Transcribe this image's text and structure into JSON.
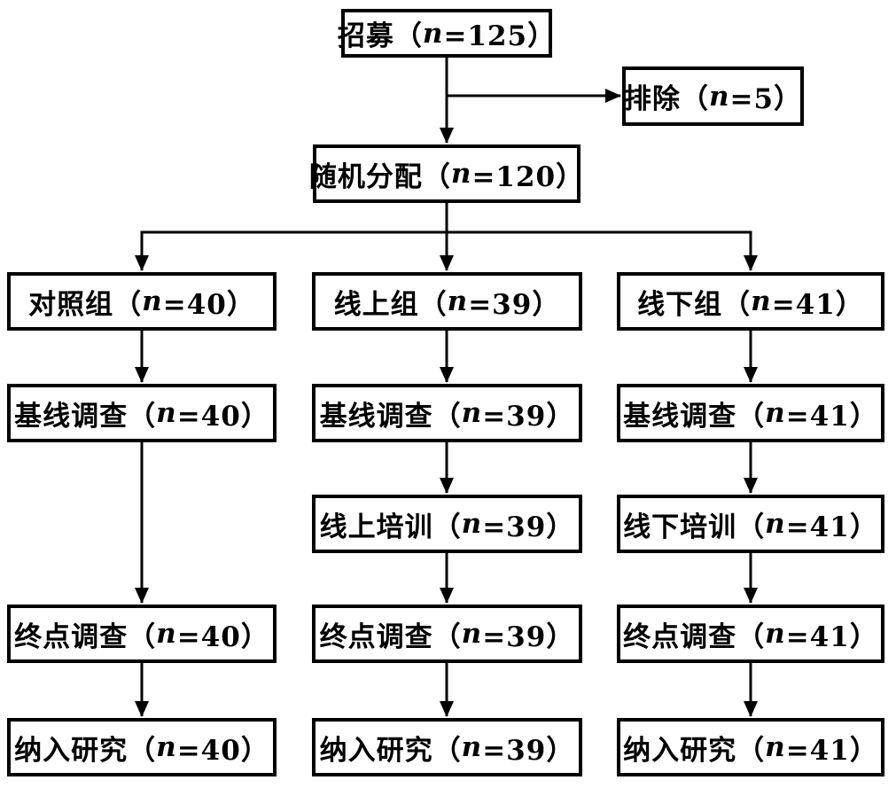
{
  "diagram": {
    "type": "study-flowchart",
    "colors": {
      "background": "#ffffff",
      "box_border": "#000000",
      "box_fill": "#ffffff",
      "line": "#000000",
      "text": "#000000"
    },
    "nodes": {
      "recruit": {
        "prefix": "招募（",
        "n": "n",
        "suffix": "=125）"
      },
      "exclude": {
        "prefix": "排除（",
        "n": "n",
        "suffix": "=5）"
      },
      "randomize": {
        "prefix": "随机分配（",
        "n": "n",
        "suffix": "=120）"
      },
      "control_group": {
        "prefix": "对照组（",
        "n": "n",
        "suffix": "=40）"
      },
      "online_group": {
        "prefix": "线上组（",
        "n": "n",
        "suffix": "=39）"
      },
      "offline_group": {
        "prefix": "线下组（",
        "n": "n",
        "suffix": "=41）"
      },
      "control_baseline": {
        "prefix": "基线调查（",
        "n": "n",
        "suffix": "=40）"
      },
      "online_baseline": {
        "prefix": "基线调查（",
        "n": "n",
        "suffix": "=39）"
      },
      "offline_baseline": {
        "prefix": "基线调查（",
        "n": "n",
        "suffix": "=41）"
      },
      "online_training": {
        "prefix": "线上培训（",
        "n": "n",
        "suffix": "=39）"
      },
      "offline_training": {
        "prefix": "线下培训（",
        "n": "n",
        "suffix": "=41）"
      },
      "control_endpoint": {
        "prefix": "终点调查（",
        "n": "n",
        "suffix": "=40）"
      },
      "online_endpoint": {
        "prefix": "终点调查（",
        "n": "n",
        "suffix": "=39）"
      },
      "offline_endpoint": {
        "prefix": "终点调查（",
        "n": "n",
        "suffix": "=41）"
      },
      "control_included": {
        "prefix": "纳入研究（",
        "n": "n",
        "suffix": "=40）"
      },
      "online_included": {
        "prefix": "纳入研究（",
        "n": "n",
        "suffix": "=39）"
      },
      "offline_included": {
        "prefix": "纳入研究（",
        "n": "n",
        "suffix": "=41）"
      }
    }
  }
}
